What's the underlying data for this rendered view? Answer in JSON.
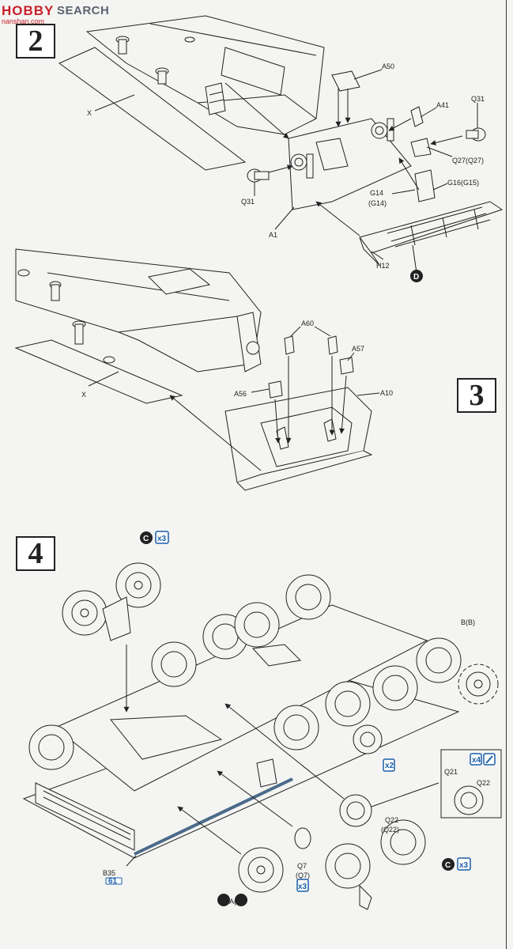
{
  "watermark": {
    "logo": "HOBBY SEARCH",
    "brand": "HOBBY",
    "search": "SEARCH",
    "site": "nanshan.com"
  },
  "steps": {
    "s2": "2",
    "s3": "3",
    "s4": "4"
  },
  "step2": {
    "X": "X",
    "A50": "A50",
    "A41": "A41",
    "Q31_right": "Q31",
    "Q27": "Q27(Q27)",
    "G16": "G16(G15)",
    "G14": "G14",
    "G14b": "(G14)",
    "Q31_left": "Q31",
    "A1": "A1",
    "H12": "H12",
    "D": "D"
  },
  "step3": {
    "X": "X",
    "A60": "A60",
    "A57": "A57",
    "A56": "A56",
    "A10": "A10"
  },
  "step4": {
    "C_top": "C",
    "x3_top": "x3",
    "B_B": "B(B)",
    "x4": "x4",
    "Q21": "Q21",
    "Q22_box": "Q22",
    "x2": "x2",
    "Q22": "Q22",
    "Q22b": "(Q22)",
    "Q7": "Q7",
    "Q7b": "(Q7)",
    "x3_q7": "x3",
    "B35": "B35",
    "B35_ref": "61",
    "A_A": "A(A)",
    "C_bottom": "C",
    "x3_bottom": "x3"
  },
  "colors": {
    "ink": "#222222",
    "paper": "#f4f4f2",
    "callout": "#1a5fa8",
    "rod": "#4a6a8a"
  }
}
